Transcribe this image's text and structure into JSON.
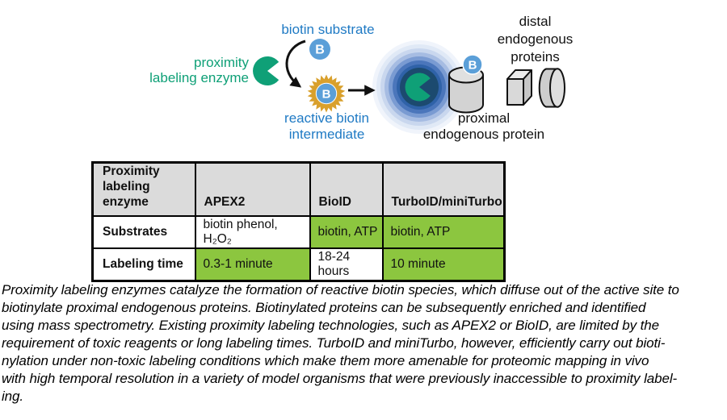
{
  "diagram": {
    "biotin_substrate_label": "biotin substrate",
    "proximity_enzyme_label": "proximity\nlabeling enzyme",
    "reactive_biotin_label": "reactive biotin\nintermediate",
    "proximal_protein_label": "proximal\nendogenous protein",
    "distal_proteins_label": "distal\nendogenous\nproteins",
    "biotin_badge_letter": "B",
    "colors": {
      "enzyme_green": "#0FA077",
      "label_blue": "#1F7AC4",
      "biotin_circle_blue": "#5B9FD8",
      "starburst_gold": "#D9A02C",
      "protein_gray": "#D3D3D3",
      "glow_core_navy": "#1C4A6F"
    }
  },
  "table": {
    "columns": [
      "Proximity\nlabeling enzyme",
      "APEX2",
      "BioID",
      "TurboID/miniTurbo"
    ],
    "rows": [
      {
        "label": "Substrates",
        "cells": [
          "biotin phenol, H₂O₂",
          "biotin, ATP",
          "biotin, ATP"
        ]
      },
      {
        "label": "Labeling time",
        "cells": [
          "0.3-1 minute",
          "18-24 hours",
          "10 minute"
        ]
      }
    ],
    "header_bg": "#DBDBDB",
    "highlight_green": "#8CC63F"
  },
  "caption": {
    "lines": [
      "Proximity labeling enzymes catalyze the formation of reactive biotin species, which diffuse out of the active site to",
      "biotinylate proximal endogenous proteins. Biotinylated proteins can be subsequently enriched and identified",
      "using mass spectrometry. Existing proximity labeling technologies, such as APEX2 or BioID, are limited by the",
      "requirement of toxic reagents or long labeling times. TurboID and miniTurbo, however, efficiently carry out bioti-",
      "nylation under non-toxic labeling conditions which make them more amenable for proteomic mapping in vivo",
      "with high temporal resolution in a variety of model organisms that were previously inaccessible to proximity label-",
      "ing."
    ]
  }
}
